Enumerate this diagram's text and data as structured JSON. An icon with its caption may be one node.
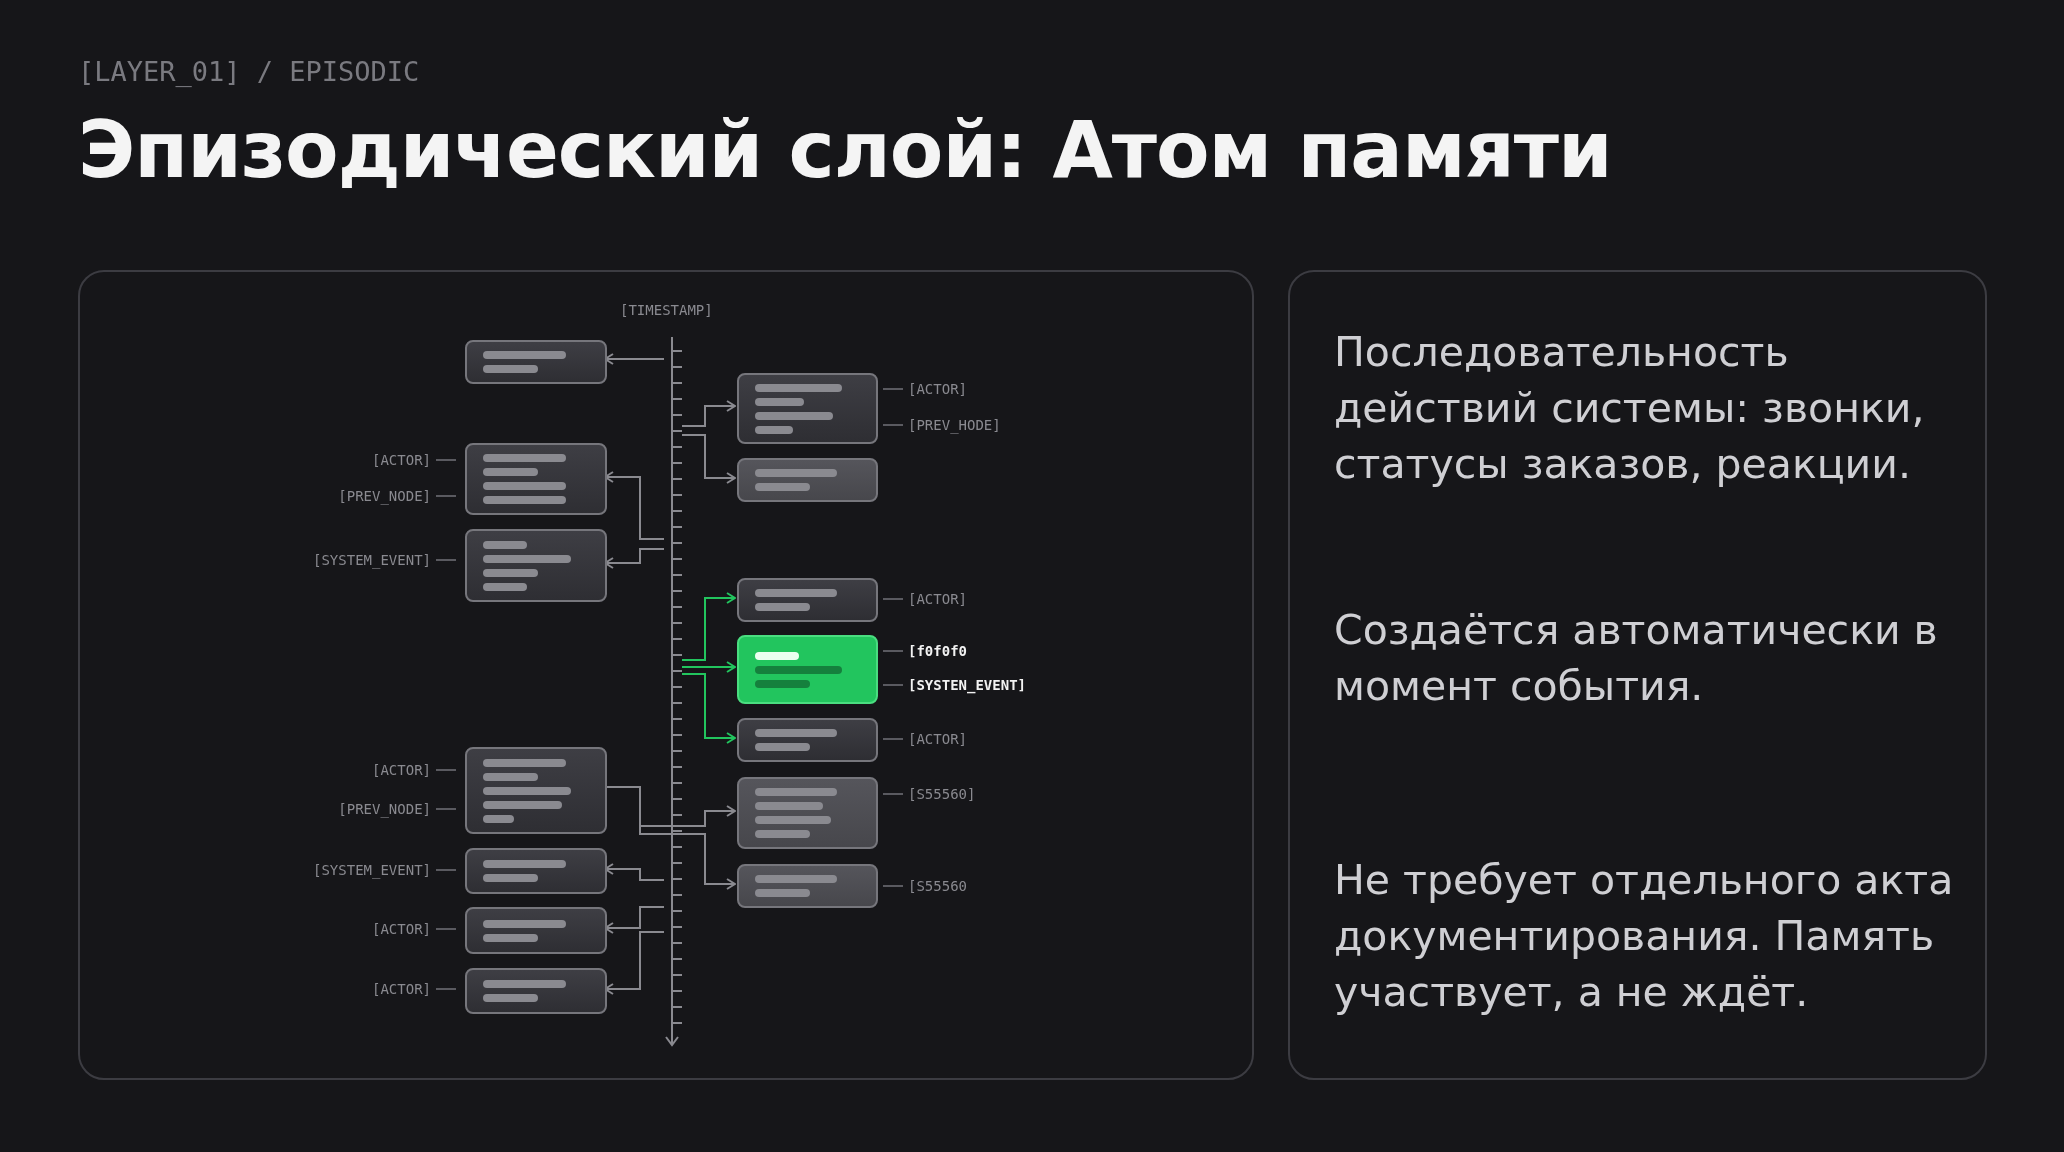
{
  "diagram": {
    "title": "Эпизодический слой: Атом памяти",
    "nodes": [
      {
        "text": [],
        "shape": "box"
      },
      {
        "text": [],
        "shape": "bar",
        "in": 0
      },
      {
        "text": [],
        "shape": "box",
        "in": 0
      },
      {
        "text": [],
        "shape": "box",
        "in": 0,
        "beside": [
          "[ACTOR]",
          "[PREV_NODE]"
        ]
      },
      {
        "text": [],
        "shape": "box",
        "in": 0,
        "beside": [
          "[SYSTEM_EVENT]"
        ]
      },
      {
        "text": [],
        "shape": "box",
        "in": 0,
        "beside": [
          "[ACTOR]",
          "[PREV_HODE]"
        ]
      },
      {
        "text": [],
        "shape": "box",
        "in": 0
      },
      {
        "text": [],
        "shape": "box",
        "in": 0,
        "beside": [
          "[ACTOR]"
        ]
      },
      {
        "text": [],
        "shape": "box",
        "in": 0,
        "beside": [
          "[f0f0f0",
          "[SYSTEN_EVENT]"
        ]
      },
      {
        "text": [],
        "shape": "box",
        "in": 0,
        "beside": [
          "[ACTOR]"
        ]
      },
      {
        "text": [],
        "shape": "box",
        "in": 0,
        "beside": [
          "[ACTOR]",
          "[PREV_NODE]"
        ]
      },
      {
        "text": [],
        "shape": "box",
        "in": 0,
        "beside": [
          "[S55560]"
        ]
      },
      {
        "text": [],
        "shape": "box",
        "in": 0,
        "beside": [
          "[S55560"
        ]
      },
      {
        "text": [],
        "shape": "box",
        "in": 0,
        "beside": [
          "[SYSTEM_EVENT]"
        ]
      },
      {
        "text": [],
        "shape": "box",
        "in": 0,
        "beside": [
          "[ACTOR]"
        ]
      },
      {
        "text": [],
        "shape": "box",
        "in": 0,
        "beside": [
          "[ACTOR]"
        ]
      },
      {
        "text": [
          "Последовательность действий системы: звонки, статусы заказов, реакции.",
          "Создаётся автоматически в момент события.",
          "Не требует отдельного акта документирования. Память участвует, а не ждёт."
        ]
      }
    ],
    "edges": [
      {
        "from": 1,
        "to": 2,
        "arrow": "to"
      },
      {
        "from": 1,
        "to": 5,
        "arrow": "to"
      },
      {
        "from": 1,
        "to": 6,
        "arrow": "to"
      },
      {
        "from": 1,
        "to": 3,
        "arrow": "to"
      },
      {
        "from": 1,
        "to": 4,
        "arrow": "to"
      },
      {
        "from": 1,
        "to": 7,
        "arrow": "to",
        "color": "#22c55e"
      },
      {
        "from": 1,
        "to": 8,
        "arrow": "to",
        "color": "#22c55e"
      },
      {
        "from": 1,
        "to": 9,
        "arrow": "to",
        "color": "#22c55e"
      },
      {
        "from": 10,
        "to": 11,
        "arrow": "to"
      },
      {
        "from": 10,
        "to": 12,
        "arrow": "to"
      },
      {
        "from": 1,
        "to": 13,
        "arrow": "to"
      },
      {
        "from": 1,
        "to": 14,
        "arrow": "to"
      },
      {
        "from": 1,
        "to": 15,
        "arrow": "to"
      }
    ],
    "labels": [
      "[LAYER_01] / EPISODIC",
      "[TIMESTAMP]"
    ]
  }
}
